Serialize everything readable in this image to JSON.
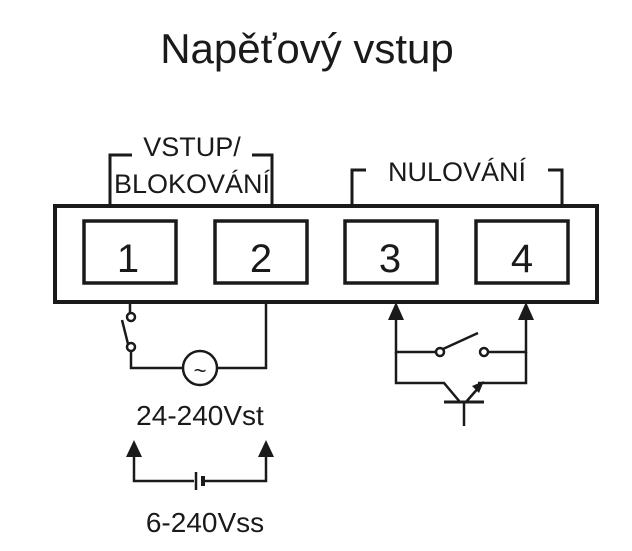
{
  "title": "Napěťový vstup",
  "group_labels": {
    "input_line1": "VSTUP/",
    "input_line2": "BLOKOVÁNÍ",
    "reset": "NULOVÁNÍ"
  },
  "terminals": [
    "1",
    "2",
    "3",
    "4"
  ],
  "ac_source_symbol": "~",
  "ac_voltage_label": "24-240Vst",
  "dc_voltage_label": "6-240Vss",
  "colors": {
    "line": "#1a1a1a",
    "background": "#ffffff"
  }
}
